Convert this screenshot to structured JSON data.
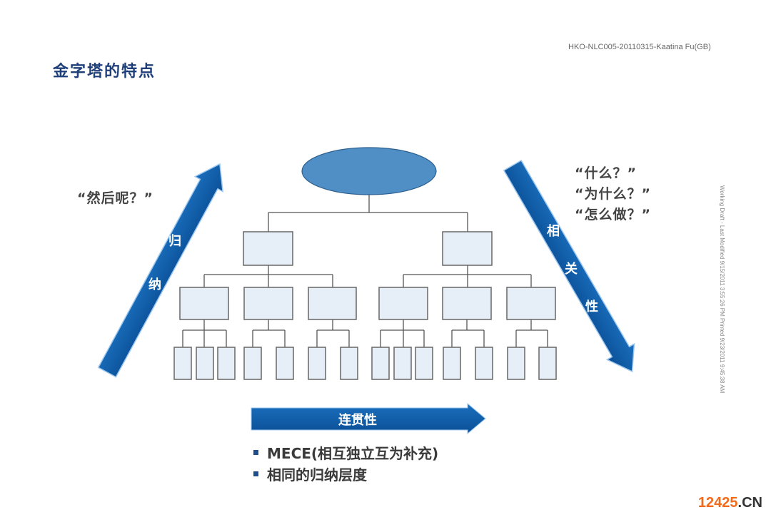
{
  "header": {
    "doc_code": "HKO-NLC005-20110315-Kaatina Fu(GB)"
  },
  "title": "金字塔的特点",
  "side_note": "Working Draft - Last Modified 9/15/2011 3:55:26 PM     Printed 9/23/2011 9:45:38 AM",
  "left_quote": "“然后呢？”",
  "right_quotes": [
    "“什么？”",
    "“为什么？”",
    "“怎么做？”"
  ],
  "arrows": {
    "left": [
      "归",
      "纳"
    ],
    "right": [
      "相",
      "关",
      "性"
    ],
    "bottom": "连贯性"
  },
  "bullets": [
    "MECE(相互独立互为补充)",
    "相同的归纳层度"
  ],
  "watermark": {
    "number": "12425",
    "suffix": ".CN"
  },
  "colors": {
    "arrow": "#0f5ea8",
    "ellipse": "#4f8fc6",
    "box": "#e6eef7",
    "title": "#1f3f7a",
    "watermark": "#f26b1d"
  }
}
